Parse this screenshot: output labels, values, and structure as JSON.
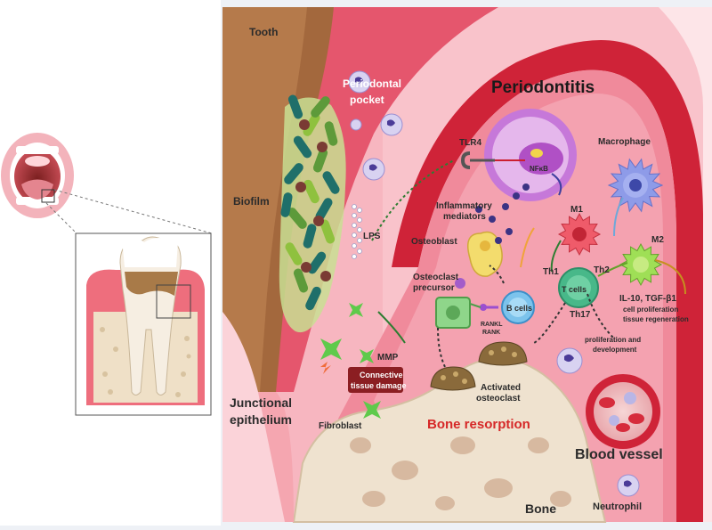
{
  "labels": {
    "tooth": "Tooth",
    "periodontal_pocket_line1": "Periodontal",
    "periodontal_pocket_line2": "pocket",
    "periodontitis": "Periodontitis",
    "biofilm": "Biofilm",
    "lps": "LPS",
    "tlr4": "TLR4",
    "nfkb": "NFκB",
    "macrophage": "Macrophage",
    "inflammatory_mediators_line1": "Inflammatory",
    "inflammatory_mediators_line2": "mediators",
    "osteoblast": "Osteoblast",
    "m1": "M1",
    "m2": "M2",
    "th1": "Th1",
    "th2": "Th2",
    "th17": "Th17",
    "t_cells": "T cells",
    "b_cells": "B cells",
    "osteoclast_precursor_line1": "Osteoclast",
    "osteoclast_precursor_line2": "precursor",
    "rankl": "RANKL",
    "rank": "RANK",
    "mmp": "MMP",
    "connective_line1": "Connective",
    "connective_line2": "tissue damage",
    "il10": "IL-10, TGF-β1",
    "cell_prolif": "cell proliferation",
    "tissue_regen": "tissue regeneration",
    "prolif_dev_line1": "proliferation and",
    "prolif_dev_line2": "development",
    "junctional_line1": "Junctional",
    "junctional_line2": "epithelium",
    "fibroblast": "Fibroblast",
    "activated_line1": "Activated",
    "activated_line2": "osteoclast",
    "bone_resorption": "Bone resorption",
    "blood_vessel": "Blood vessel",
    "bone": "Bone",
    "neutrophil": "Neutrophil"
  },
  "icons": [
    "mouth-icon",
    "tooth-cross-section-icon",
    "bacteria-icon",
    "macrophage-icon",
    "t-cell-icon",
    "b-cell-icon",
    "osteoblast-icon",
    "osteoclast-icon",
    "neutrophil-icon",
    "fibroblast-icon"
  ],
  "colors": {
    "tooth": "#b07a4e",
    "gingiva": "#e9536b",
    "tissue": "#f6a3b1",
    "vessel": "#cf2338",
    "bone": "#efe2cf",
    "bacteria_dark": "#1f6f6a",
    "bacteria_green": "#8fc13e",
    "damage_box": "#8b1e22",
    "resorption_text": "#d62828"
  }
}
